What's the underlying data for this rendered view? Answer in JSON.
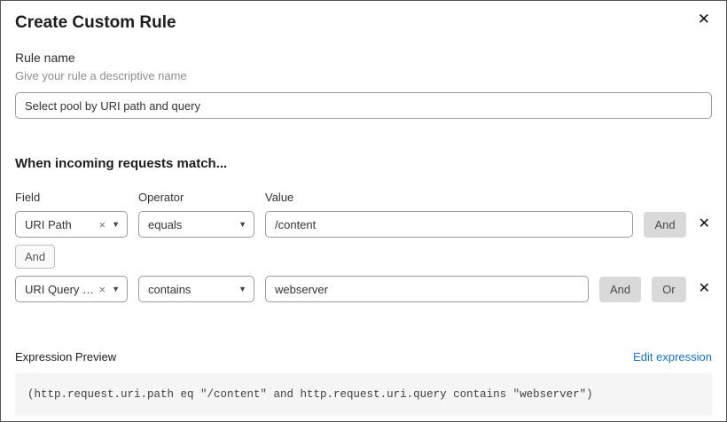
{
  "dialog": {
    "title": "Create Custom Rule"
  },
  "icons": {
    "close": "✕",
    "remove_row": "✕",
    "clear_field": "×",
    "chevron_down": "▼"
  },
  "colors": {
    "link_blue": "#1971c2",
    "button_gray": "#d9d9d9",
    "code_background": "#f5f5f5"
  },
  "rule_name": {
    "label": "Rule name",
    "hint": "Give your rule a descriptive name",
    "value": "Select pool by URI path and query"
  },
  "match": {
    "heading": "When incoming requests match...",
    "columns": {
      "field": "Field",
      "operator": "Operator",
      "value": "Value"
    },
    "connector": "And",
    "rows": [
      {
        "field": "URI Path",
        "operator": "equals",
        "value": "/content",
        "buttons": [
          "And"
        ]
      },
      {
        "field": "URI Query St...",
        "operator": "contains",
        "value": "webserver",
        "buttons": [
          "And",
          "Or"
        ]
      }
    ]
  },
  "expression": {
    "label": "Expression Preview",
    "edit_link": "Edit expression",
    "code": "(http.request.uri.path eq \"/content\" and http.request.uri.query contains \"webserver\")"
  }
}
